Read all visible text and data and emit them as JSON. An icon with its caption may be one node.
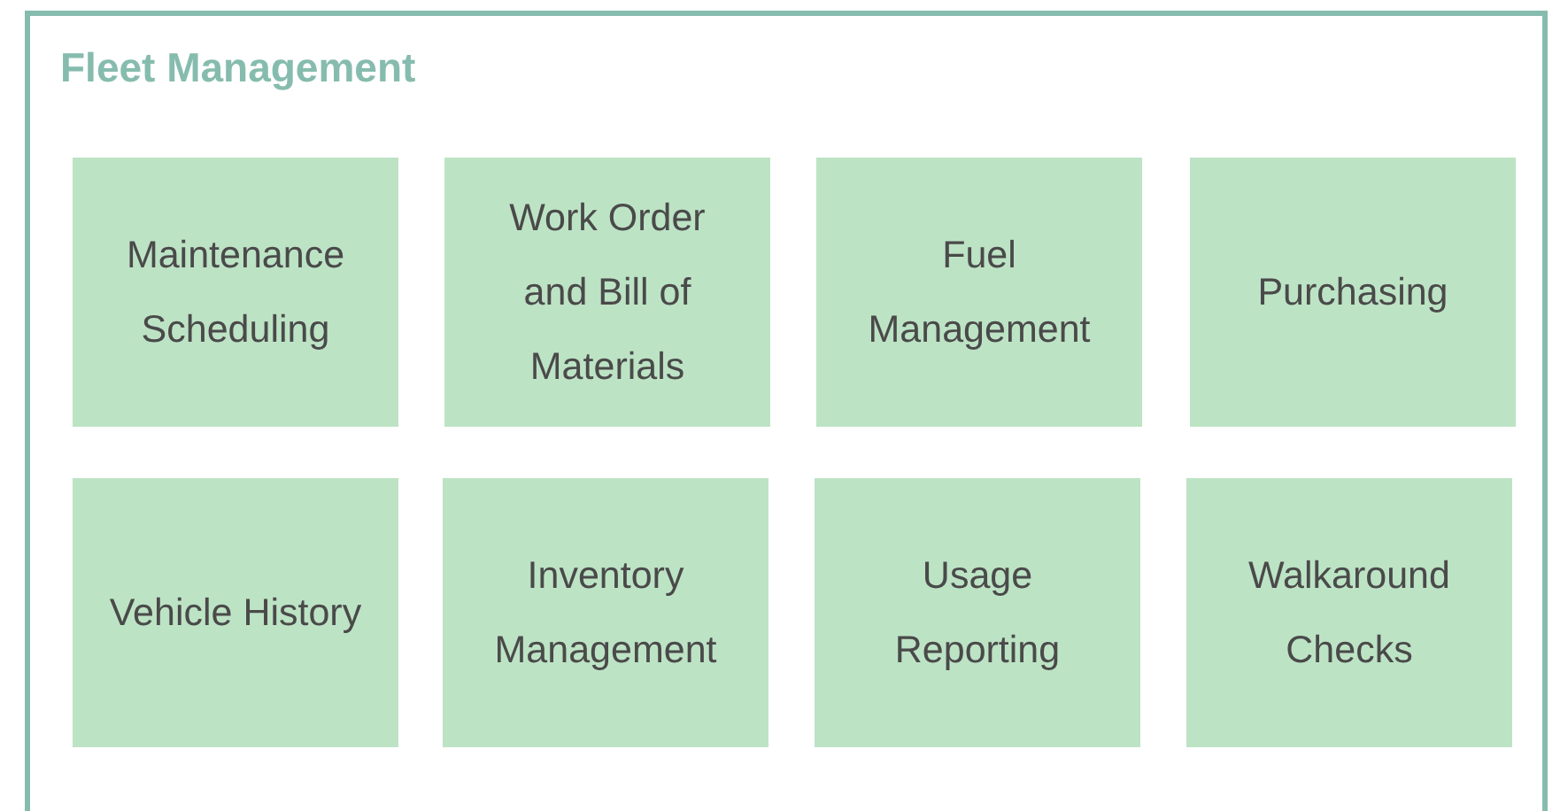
{
  "diagram": {
    "nodes": [
      {
        "text": [
          "Fleet Management"
        ]
      },
      {
        "text": [
          "Maintenance Scheduling"
        ],
        "in": 0
      },
      {
        "text": [
          "Work Order and Bill of Materials"
        ],
        "in": 0
      },
      {
        "text": [
          "Fuel Management"
        ],
        "in": 0
      },
      {
        "text": [
          "Purchasing"
        ],
        "in": 0
      },
      {
        "text": [
          "Vehicle History"
        ],
        "in": 0
      },
      {
        "text": [
          "Inventory Management"
        ],
        "in": 0
      },
      {
        "text": [
          "Usage Reporting"
        ],
        "in": 0
      },
      {
        "text": [
          "Walkaround Checks"
        ],
        "in": 0
      }
    ]
  }
}
